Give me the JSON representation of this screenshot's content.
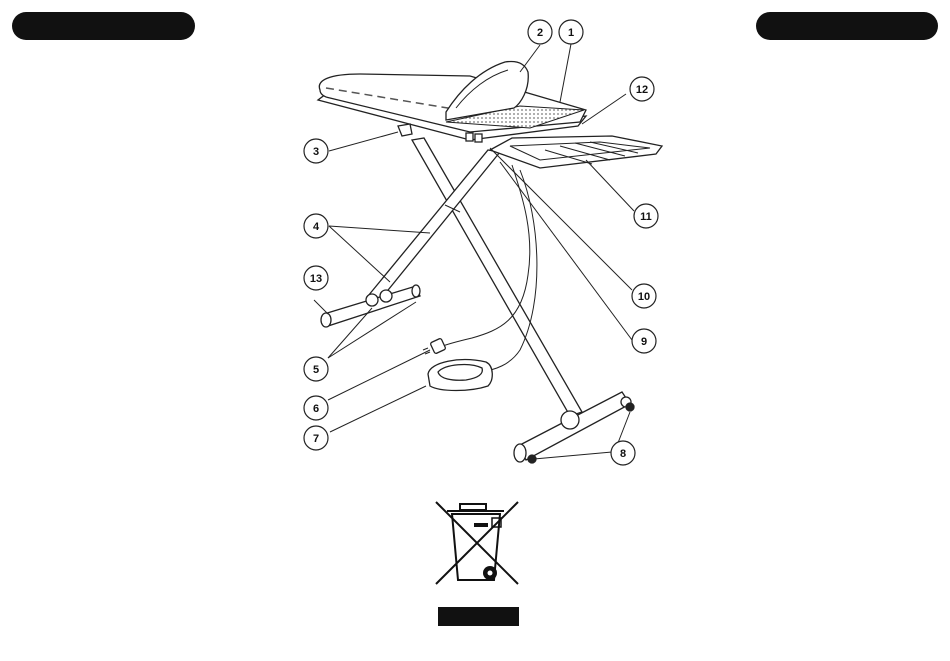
{
  "callouts": [
    {
      "id": "1",
      "label": "1"
    },
    {
      "id": "2",
      "label": "2"
    },
    {
      "id": "3",
      "label": "3"
    },
    {
      "id": "4",
      "label": "4"
    },
    {
      "id": "5",
      "label": "5"
    },
    {
      "id": "6",
      "label": "6"
    },
    {
      "id": "7",
      "label": "7"
    },
    {
      "id": "8",
      "label": "8"
    },
    {
      "id": "9",
      "label": "9"
    },
    {
      "id": "10",
      "label": "10"
    },
    {
      "id": "11",
      "label": "11"
    },
    {
      "id": "12",
      "label": "12"
    },
    {
      "id": "13",
      "label": "13"
    }
  ],
  "colors": {
    "ink": "#111111",
    "paper": "#ffffff",
    "mesh": "#777777"
  },
  "icons": {
    "disposal": "crossed-out-wheelie-bin-icon"
  }
}
